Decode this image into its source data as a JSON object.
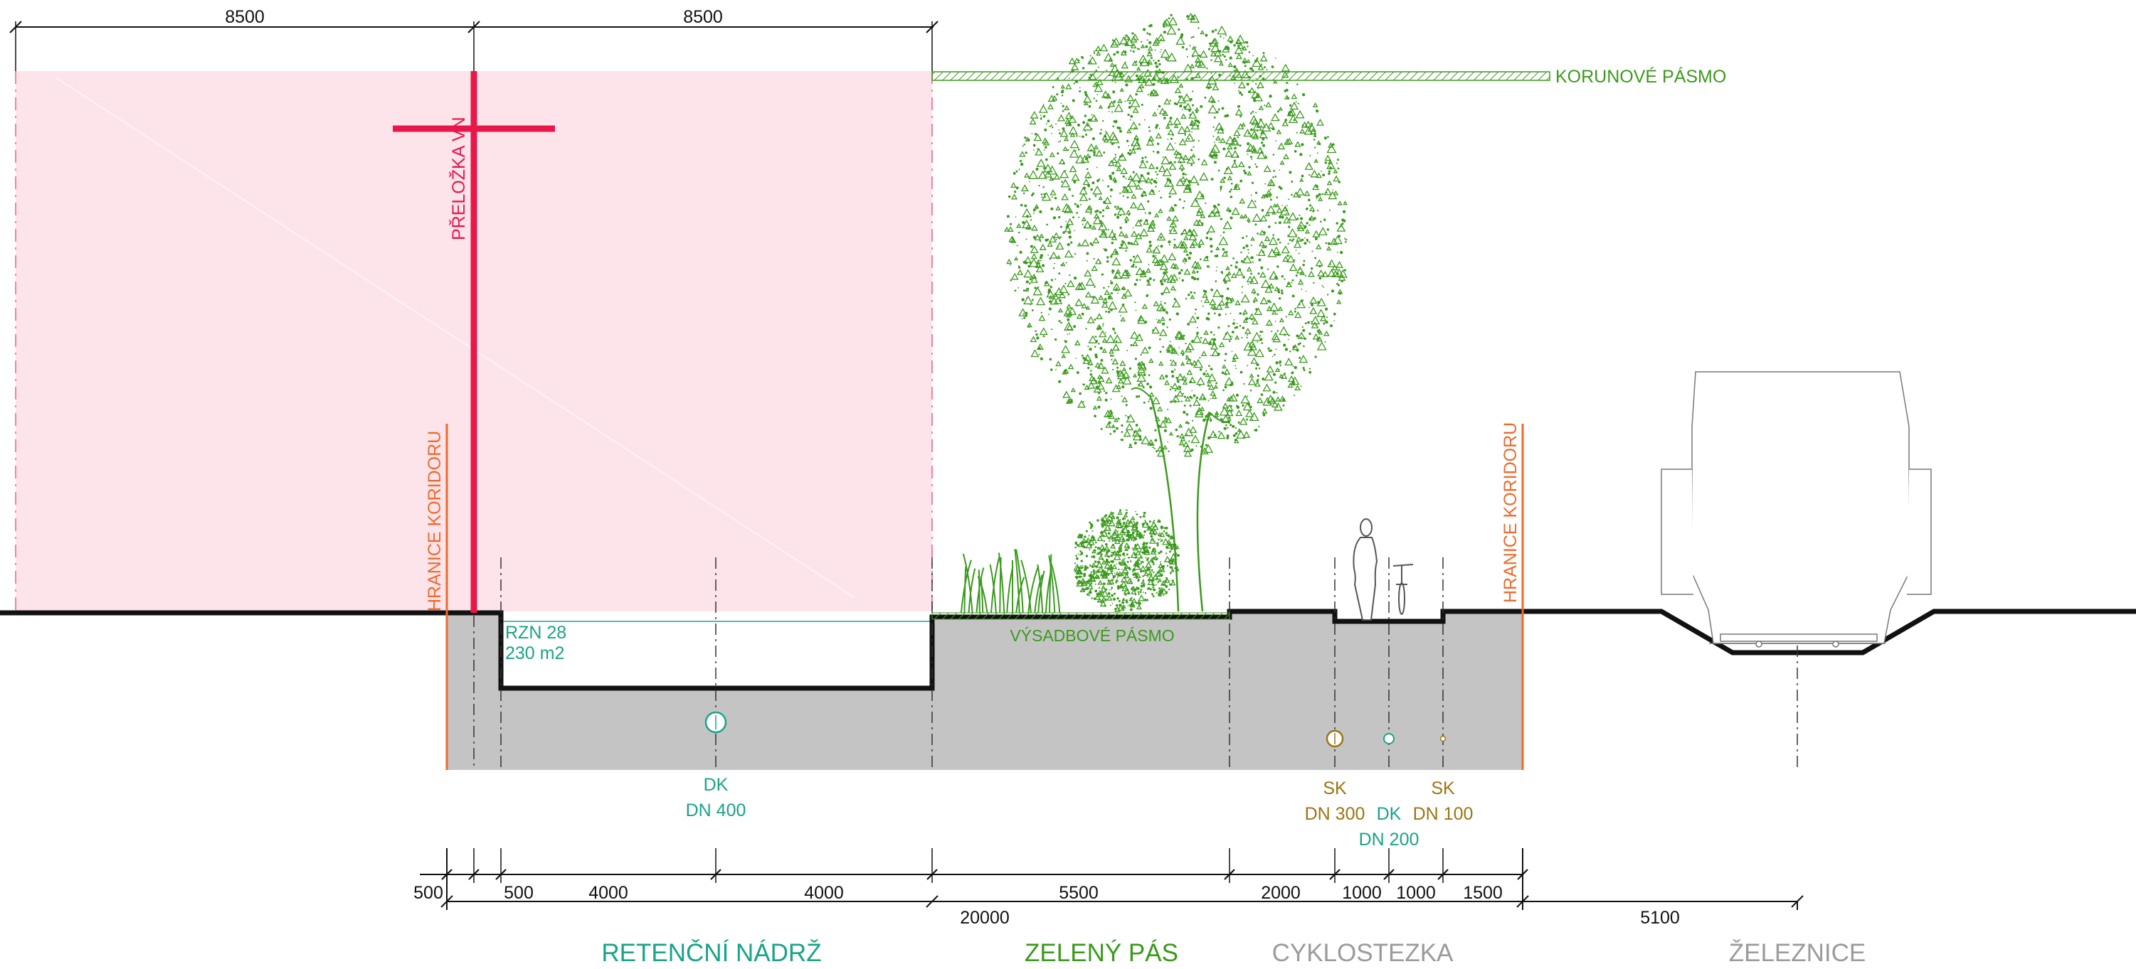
{
  "colors": {
    "hv_red": "#e8174a",
    "hv_zone_fill": "#fde4ea",
    "corridor_orange": "#ef6a2c",
    "teal": "#1aa389",
    "green": "#3a9a1c",
    "olive": "#9c7412",
    "gray_label": "#9b9b9b",
    "ground_fill": "#c4c4c4",
    "line": "#111111"
  },
  "top_dimensions": [
    "8500",
    "8500"
  ],
  "labels": {
    "hv_line": "PŘELOŽKA VN",
    "corridor_left": "HRANICE KORIDORU",
    "corridor_right": "HRANICE KORIDORU",
    "crown_zone": "KORUNOVÉ PÁSMO",
    "planting_zone": "VÝSADBOVÉ PÁSMO",
    "rzn_line1": "RZN 28",
    "rzn_line2": "230 m2"
  },
  "utilities": {
    "dk400": {
      "name": "DK",
      "size": "DN 400"
    },
    "sk300": {
      "name": "SK",
      "size": "DN 300"
    },
    "dk200": {
      "name": "DK",
      "size": "DN 200"
    },
    "sk100": {
      "name": "SK",
      "size": "DN 100"
    }
  },
  "bottom_dimensions": {
    "d500a": "500",
    "d500b": "500",
    "d4000a": "4000",
    "d4000b": "4000",
    "d5500": "5500",
    "d2000": "2000",
    "d1000a": "1000",
    "d1000b": "1000",
    "d1500": "1500",
    "d20000": "20000",
    "d5100": "5100"
  },
  "sections": {
    "retention": "RETENČNÍ NÁDRŽ",
    "green_strip": "ZELENÝ PÁS",
    "cycle_path": "CYKLOSTEZKA",
    "railway": "ŽELEZNICE"
  },
  "icons": [
    "tree-icon",
    "shrub-icon",
    "reeds-icon",
    "pedestrian-icon",
    "bicycle-icon",
    "train-icon",
    "pipe-icon"
  ]
}
